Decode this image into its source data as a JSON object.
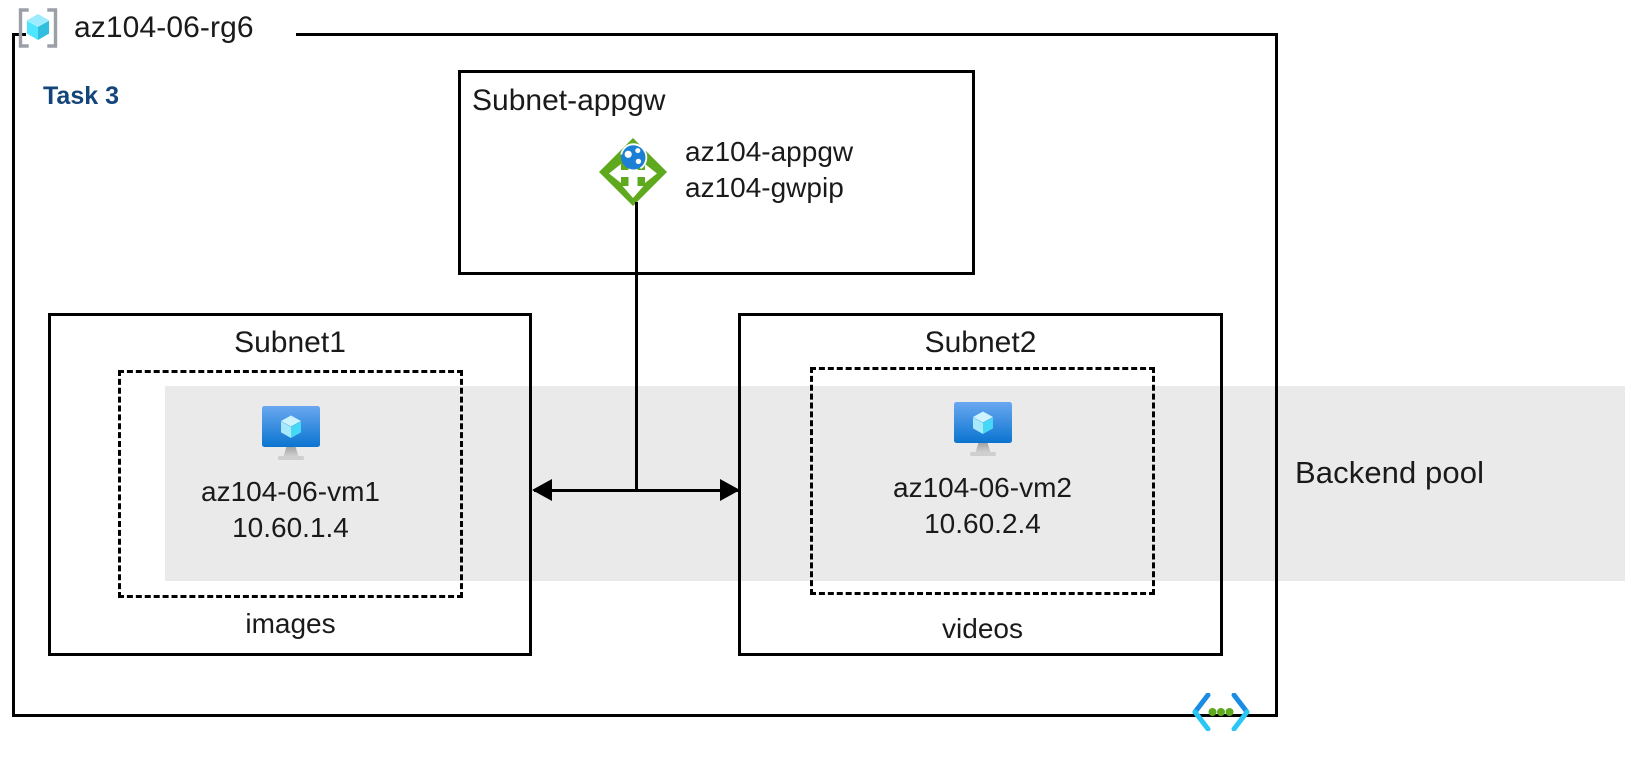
{
  "diagram": {
    "resource_group": {
      "name": "az104-06-rg6",
      "icon": "resource-group-cube-icon"
    },
    "task_label": "Task 3",
    "accent_colors": {
      "task_text": "#13447a",
      "backend_band": "#eaeaea",
      "appgw_green": "#5fa91e",
      "vm_blue": "#1d8ae0",
      "vnet_icon_blue": "#1b8ce3",
      "vnet_icon_cyan": "#2ac7f5",
      "vnet_icon_green": "#5fa91e",
      "rg_cube_cyan": "#50e6ff",
      "border": "#000000"
    },
    "backend_pool": {
      "label": "Backend pool"
    },
    "subnets": [
      {
        "id": "appgw",
        "title": "Subnet-appgw",
        "resources": [
          {
            "icon": "application-gateway-icon",
            "labels": [
              "az104-appgw",
              "az104-gwpip"
            ]
          }
        ]
      },
      {
        "id": "subnet1",
        "title": "Subnet1",
        "vm": {
          "icon": "virtual-machine-icon",
          "name": "az104-06-vm1",
          "ip": "10.60.1.4"
        },
        "caption": "images"
      },
      {
        "id": "subnet2",
        "title": "Subnet2",
        "vm": {
          "icon": "virtual-machine-icon",
          "name": "az104-06-vm2",
          "ip": "10.60.2.4"
        },
        "caption": "videos"
      }
    ],
    "appgw": {
      "line1": "az104-appgw",
      "line2": "az104-gwpip"
    },
    "vnet_marker": {
      "icon": "virtual-network-icon"
    }
  }
}
